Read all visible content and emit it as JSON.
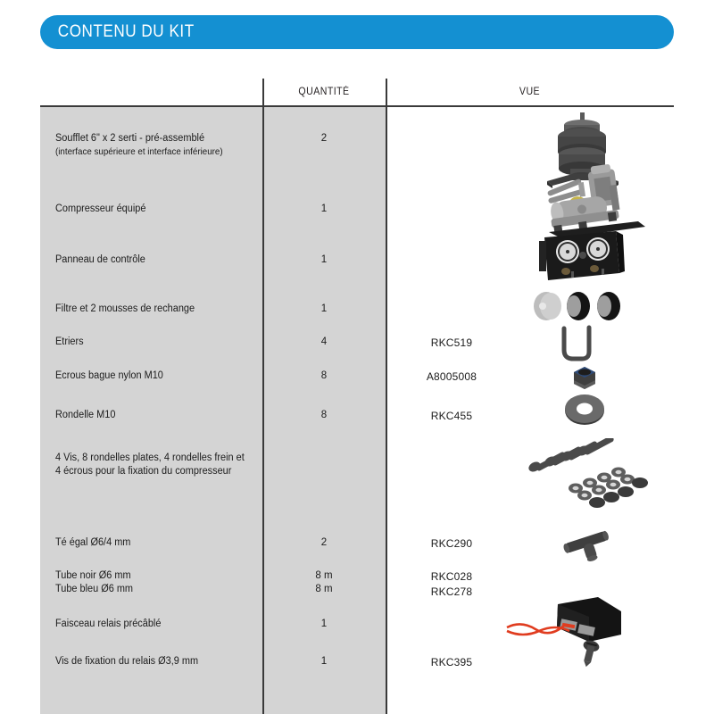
{
  "banner": {
    "title": "CONTENU DU KIT",
    "color": "#1490d2"
  },
  "table": {
    "headers": {
      "description": "",
      "quantity": "QUANTITÉ",
      "view": "VUE"
    },
    "rows": [
      {
        "description": "Soufflet 6\" x 2 serti - pré-assemblé",
        "description_sub": "(interface supérieure et interface inférieure)",
        "quantity": "2",
        "reference": "",
        "icon": "air-bellows-icon"
      },
      {
        "description": "Compresseur équipé",
        "description_sub": "",
        "quantity": "1",
        "reference": "",
        "icon": "compressor-icon"
      },
      {
        "description": "Panneau de contrôle",
        "description_sub": "",
        "quantity": "1",
        "reference": "",
        "icon": "control-panel-icon"
      },
      {
        "description": "Filtre et 2 mousses de rechange",
        "description_sub": "",
        "quantity": "1",
        "reference": "",
        "icon": "filter-foam-icon"
      },
      {
        "description": "Etriers",
        "description_sub": "",
        "quantity": "4",
        "reference": "RKC519",
        "icon": "u-bracket-icon"
      },
      {
        "description": "Ecrous bague nylon M10",
        "description_sub": "",
        "quantity": "8",
        "reference": "A8005008",
        "icon": "nylon-lock-nut-icon"
      },
      {
        "description": "Rondelle M10",
        "description_sub": "",
        "quantity": "8",
        "reference": "RKC455",
        "icon": "washer-icon"
      },
      {
        "description": "4 Vis, 8 rondelles plates, 4 rondelles frein et 4 écrous pour la fixation du compresseur",
        "description_sub": "",
        "quantity": "",
        "reference": "",
        "icon": "screws-washers-nuts-icon"
      },
      {
        "description": "Té égal Ø6/4 mm",
        "description_sub": "",
        "quantity": "2",
        "reference": "RKC290",
        "icon": "tee-fitting-icon"
      },
      {
        "description": "Tube noir Ø6 mm",
        "description_sub": "Tube bleu Ø6 mm",
        "quantity": "8 m",
        "quantity_sub": "8 m",
        "reference": "RKC028",
        "reference_sub": "RKC278",
        "icon": "tubing-icon"
      },
      {
        "description": "Faisceau relais précâblé",
        "description_sub": "",
        "quantity": "1",
        "reference": "",
        "icon": "relay-harness-icon"
      },
      {
        "description": "Vis de fixation du relais Ø3,9 mm",
        "description_sub": "",
        "quantity": "1",
        "reference": "RKC395",
        "icon": "relay-screw-icon"
      }
    ]
  },
  "colors": {
    "banner": "#1490d2",
    "table_body": "#d4d4d4",
    "rule": "#3a3a3a",
    "text": "#1b1b1b",
    "wire_red": "#e03c1f"
  }
}
